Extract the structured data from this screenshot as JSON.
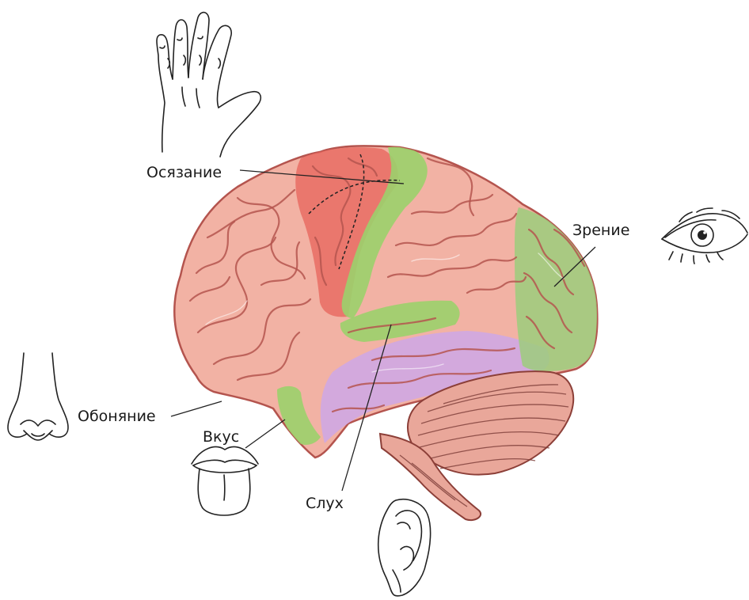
{
  "diagram": {
    "colors": {
      "background": "#ffffff",
      "cortex": "#f2b2a4",
      "outline": "#b4544e",
      "touch_area": "#e8675e",
      "motor_area": "#9bd06b",
      "vision_area": "#9ccc7c",
      "temporal_area": "#cfa7e3",
      "cerebellum": "#e9a79a",
      "label_text": "#1a1a1a",
      "line_art": "#222222"
    },
    "icons": [
      "hand-icon",
      "eye-icon",
      "nose-icon",
      "mouth-tongue-icon",
      "ear-icon"
    ],
    "labels": {
      "touch": "Осязание",
      "vision": "Зрение",
      "smell": "Обоняние",
      "taste": "Вкус",
      "hearing": "Слух"
    }
  }
}
